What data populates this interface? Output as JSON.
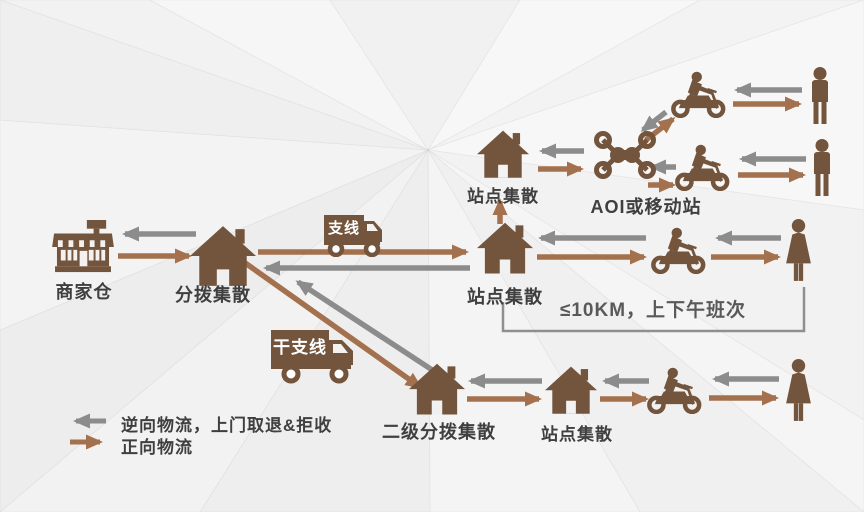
{
  "colors": {
    "forward": "#A4714E",
    "reverse": "#8C8C8C",
    "icon": "#73543C",
    "label": "#3F3F3F",
    "note": "#595959",
    "bracket": "#8f8f8f",
    "box_text": "#FFFFFF"
  },
  "nodes": {
    "merchant": {
      "label": "商家仓"
    },
    "hub": {
      "label": "分拨集散"
    },
    "station_top": {
      "label": "站点集散"
    },
    "station_mid": {
      "label": "站点集散"
    },
    "aoi": {
      "label": "AOI或移动站"
    },
    "secondary_hub": {
      "label": "二级分拨集散"
    },
    "station_bottom": {
      "label": "站点集散"
    }
  },
  "trucks": {
    "branch": {
      "label": "支线"
    },
    "trunk": {
      "label": "干支线"
    }
  },
  "annotation": {
    "range_note": "≤10KM，上下午班次"
  },
  "legend": {
    "reverse_label": "逆向物流，上门取退&拒收",
    "forward_label": "正向物流"
  }
}
